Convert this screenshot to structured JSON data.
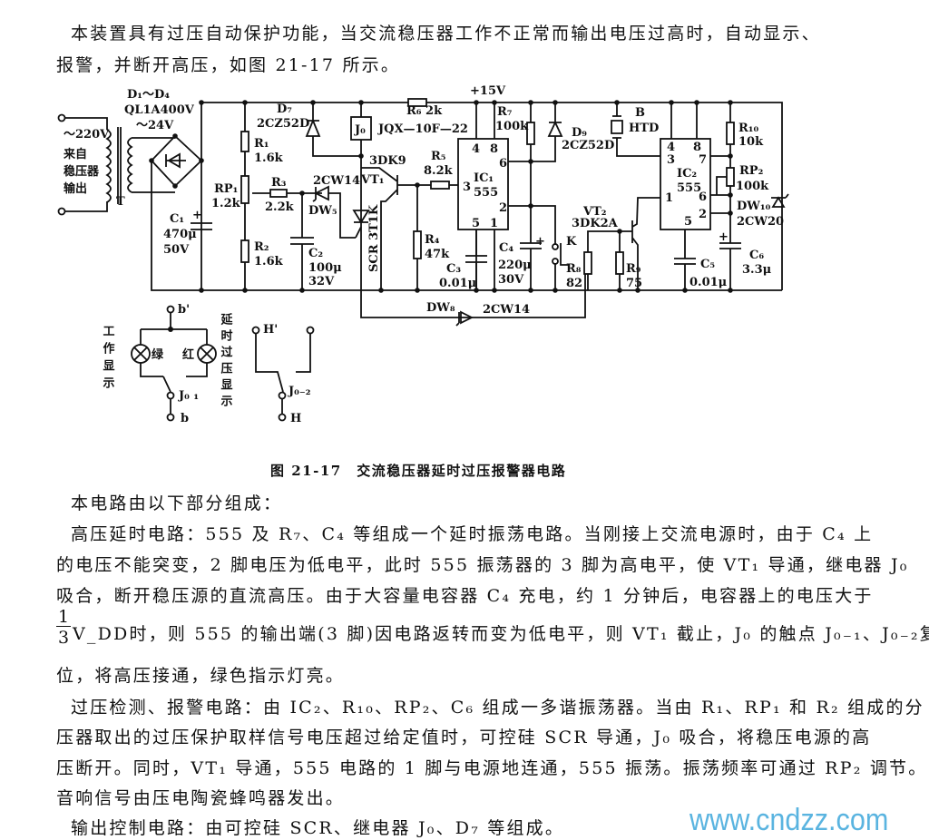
{
  "intro": {
    "line1": "本装置具有过压自动保护功能，当交流稳压器工作不正常而输出电压过高时，自动显示、",
    "line2": "报警，并断开高压，如图 21-17 所示。"
  },
  "figure": {
    "caption": "图 21-17　交流稳压器延时过压报警器电路",
    "labels": {
      "ac_in": "～220V",
      "src1": "来自",
      "src2": "稳压器",
      "src3": "输出",
      "T": "T",
      "bridge1": "D₁～D₄",
      "bridge2": "QL1A400V",
      "ac24": "～24V",
      "C1": "C₁",
      "C1v1": "470μ",
      "C1v2": "50V",
      "R1": "R₁",
      "R1v": "1.6k",
      "RP1": "RP₁",
      "RP1v": "1.2k",
      "R2": "R₂",
      "R2v": "1.6k",
      "R3": "R₃",
      "R3v": "2.2k",
      "C2": "C₂",
      "C2v1": "100μ",
      "C2v2": "32V",
      "D7": "D₇",
      "D7v": "2CZ52D",
      "DW5a": "2CW14",
      "DW5": "DW₅",
      "J0": "J₀",
      "relay": "JQX—10F—22",
      "VT1m": "3DK9",
      "VT1": "VT₁",
      "SCR": "SCR 3T1K",
      "R6": "R₆ 2k",
      "R5": "R₅",
      "R5v": "8.2k",
      "R4": "R₄",
      "R4v": "47k",
      "vcc": "+15V",
      "IC1": "IC₁",
      "IC1v": "555",
      "C3": "C₃",
      "C3v": "0.01μ",
      "R7": "R₇",
      "R7v": "100k",
      "D9": "D₉",
      "D9v": "2CZ52D",
      "C4": "C₄",
      "C4v1": "220μ",
      "C4v2": "30V",
      "K": "K",
      "VT2": "VT₂",
      "VT2m": "3DK2A",
      "R8": "R₈",
      "R8v": "82",
      "R9": "R₉",
      "R9v": "75",
      "B": "B",
      "HTD": "HTD",
      "IC2": "IC₂",
      "IC2v": "555",
      "R10": "R₁₀",
      "R10v": "10k",
      "RP2": "RP₂",
      "RP2v": "100k",
      "DW10": "DW₁₀",
      "DW10v": "2CW20",
      "C5": "C₅",
      "C5v": "0.01μ",
      "C6": "C₆",
      "C6v": "3.3μ",
      "DW8": "DW₈",
      "DW8v": "2CW14",
      "bp": "b'",
      "b": "b",
      "green": "绿",
      "red": "红",
      "work_disp": "工作显示",
      "ovp_disp": "延时过压显示",
      "J01": "J₀ ₁",
      "Hp": "H'",
      "H": "H",
      "J02": "J₀₋₂",
      "p4": "4",
      "p8": "8",
      "p6": "6",
      "p3": "3",
      "p2": "2",
      "p5": "5",
      "p1": "1",
      "q4": "4",
      "q8": "8",
      "q3": "3",
      "q7": "7",
      "q6": "6",
      "q1": "1",
      "q2": "2",
      "q5": "5"
    }
  },
  "body": {
    "p0": "本电路由以下部分组成：",
    "p1_l1": "高压延时电路：555 及 R₇、C₄ 等组成一个延时振荡电路。当刚接上交流电源时，由于 C₄ 上",
    "p1_l2": "的电压不能突变，2 脚电压为低电平，此时 555 振荡器的 3 脚为高电平，使 VT₁ 导通，继电器 J₀",
    "p1_l3": "吸合，断开稳压源的直流高压。由于大容量电容器 C₄ 充电，约 1 分钟后，电容器上的电压大于",
    "frac_num": "1",
    "frac_den": "3",
    "p1_l4": "V_DD时，则 555 的输出端(3 脚)因电路返转而变为低电平，则 VT₁ 截止，J₀ 的触点 J₀₋₁、J₀₋₂复",
    "p1_l5": "位，将高压接通，绿色指示灯亮。",
    "p2_l1": "过压检测、报警电路：由 IC₂、R₁₀、RP₂、C₆ 组成一多谐振荡器。当由 R₁、RP₁ 和 R₂ 组成的分",
    "p2_l2": "压器取出的过压保护取样信号电压超过给定值时，可控硅 SCR 导通，J₀ 吸合，将稳压电源的高",
    "p2_l3": "压断开。同时，VT₁ 导通，555 电路的 1 脚与电源地连通，555 振荡。振荡频率可通过 RP₂ 调节。",
    "p2_l4": "音响信号由压电陶瓷蜂鸣器发出。",
    "p3": "输出控制电路：由可控硅 SCR、继电器 J₀、D₇ 等组成。"
  },
  "watermark": "www.cndzz.com",
  "colors": {
    "text": "#111111",
    "watermark": "#5ab4e0"
  }
}
